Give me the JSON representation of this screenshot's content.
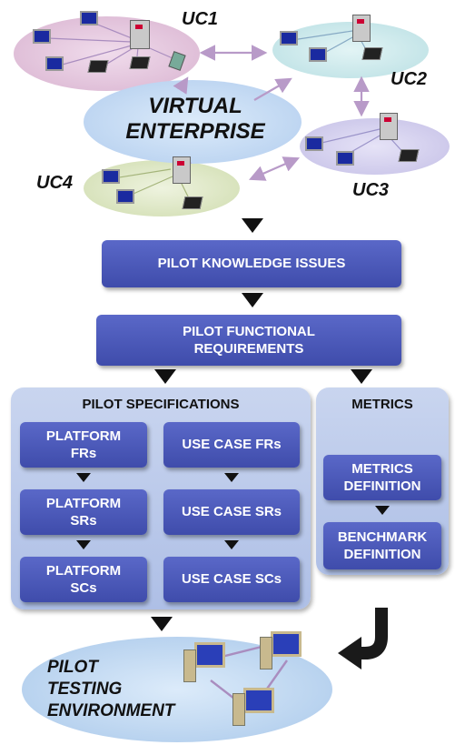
{
  "cluster_labels": {
    "uc1": "UC1",
    "uc2": "UC2",
    "uc3": "UC3",
    "uc4": "UC4"
  },
  "virtual_enterprise": {
    "line1": "VIRTUAL",
    "line2": "ENTERPRISE"
  },
  "flow": {
    "knowledge_issues": "PILOT KNOWLEDGE ISSUES",
    "functional_requirements": {
      "line1": "PILOT FUNCTIONAL",
      "line2": "REQUIREMENTS"
    }
  },
  "specifications": {
    "title": "PILOT SPECIFICATIONS",
    "platform": [
      {
        "line1": "PLATFORM",
        "line2": "FRs"
      },
      {
        "line1": "PLATFORM",
        "line2": "SRs"
      },
      {
        "line1": "PLATFORM",
        "line2": "SCs"
      }
    ],
    "use_case": [
      "USE CASE FRs",
      "USE CASE SRs",
      "USE CASE SCs"
    ]
  },
  "metrics": {
    "title": "METRICS",
    "definition": {
      "line1": "METRICS",
      "line2": "DEFINITION"
    },
    "benchmark": {
      "line1": "BENCHMARK",
      "line2": "DEFINITION"
    }
  },
  "testing_environment": {
    "line1": "PILOT",
    "line2": "TESTING",
    "line3": "ENVIRONMENT"
  },
  "colors": {
    "box": "#4a57b8",
    "panel": "#bccbec",
    "cluster_pink": "#e6c8df",
    "cluster_cyan": "#cde9ec",
    "cluster_lavender": "#d6d2ee",
    "cluster_green": "#dfe9c8",
    "enterprise": "#c5dcf3"
  }
}
